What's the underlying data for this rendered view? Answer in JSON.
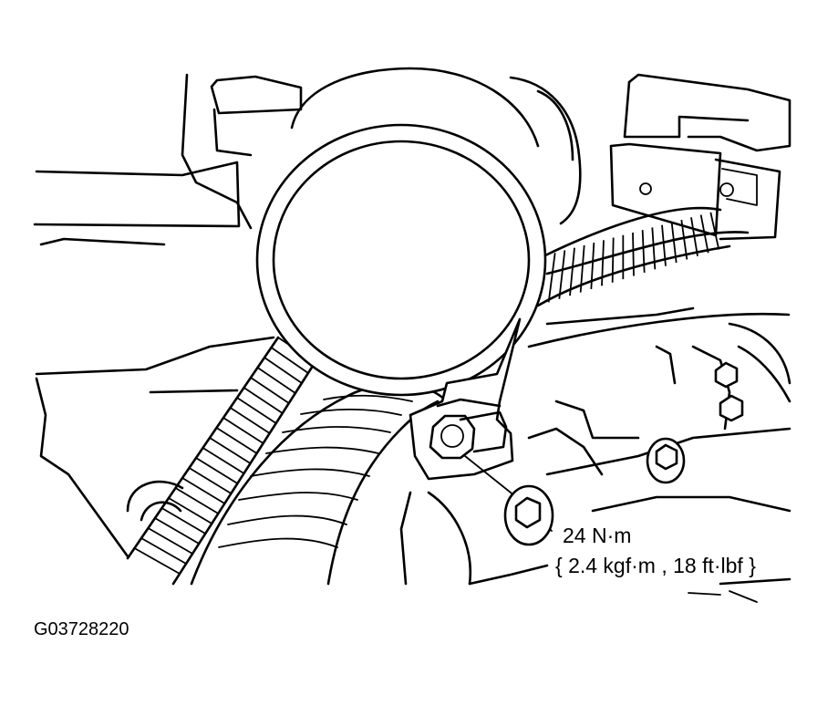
{
  "figure": {
    "id": "G03728220"
  },
  "callouts": [
    {
      "line1": "24 N·m",
      "line2": "{ 2.4 kgf·m , 18 ft·lbf }"
    }
  ]
}
